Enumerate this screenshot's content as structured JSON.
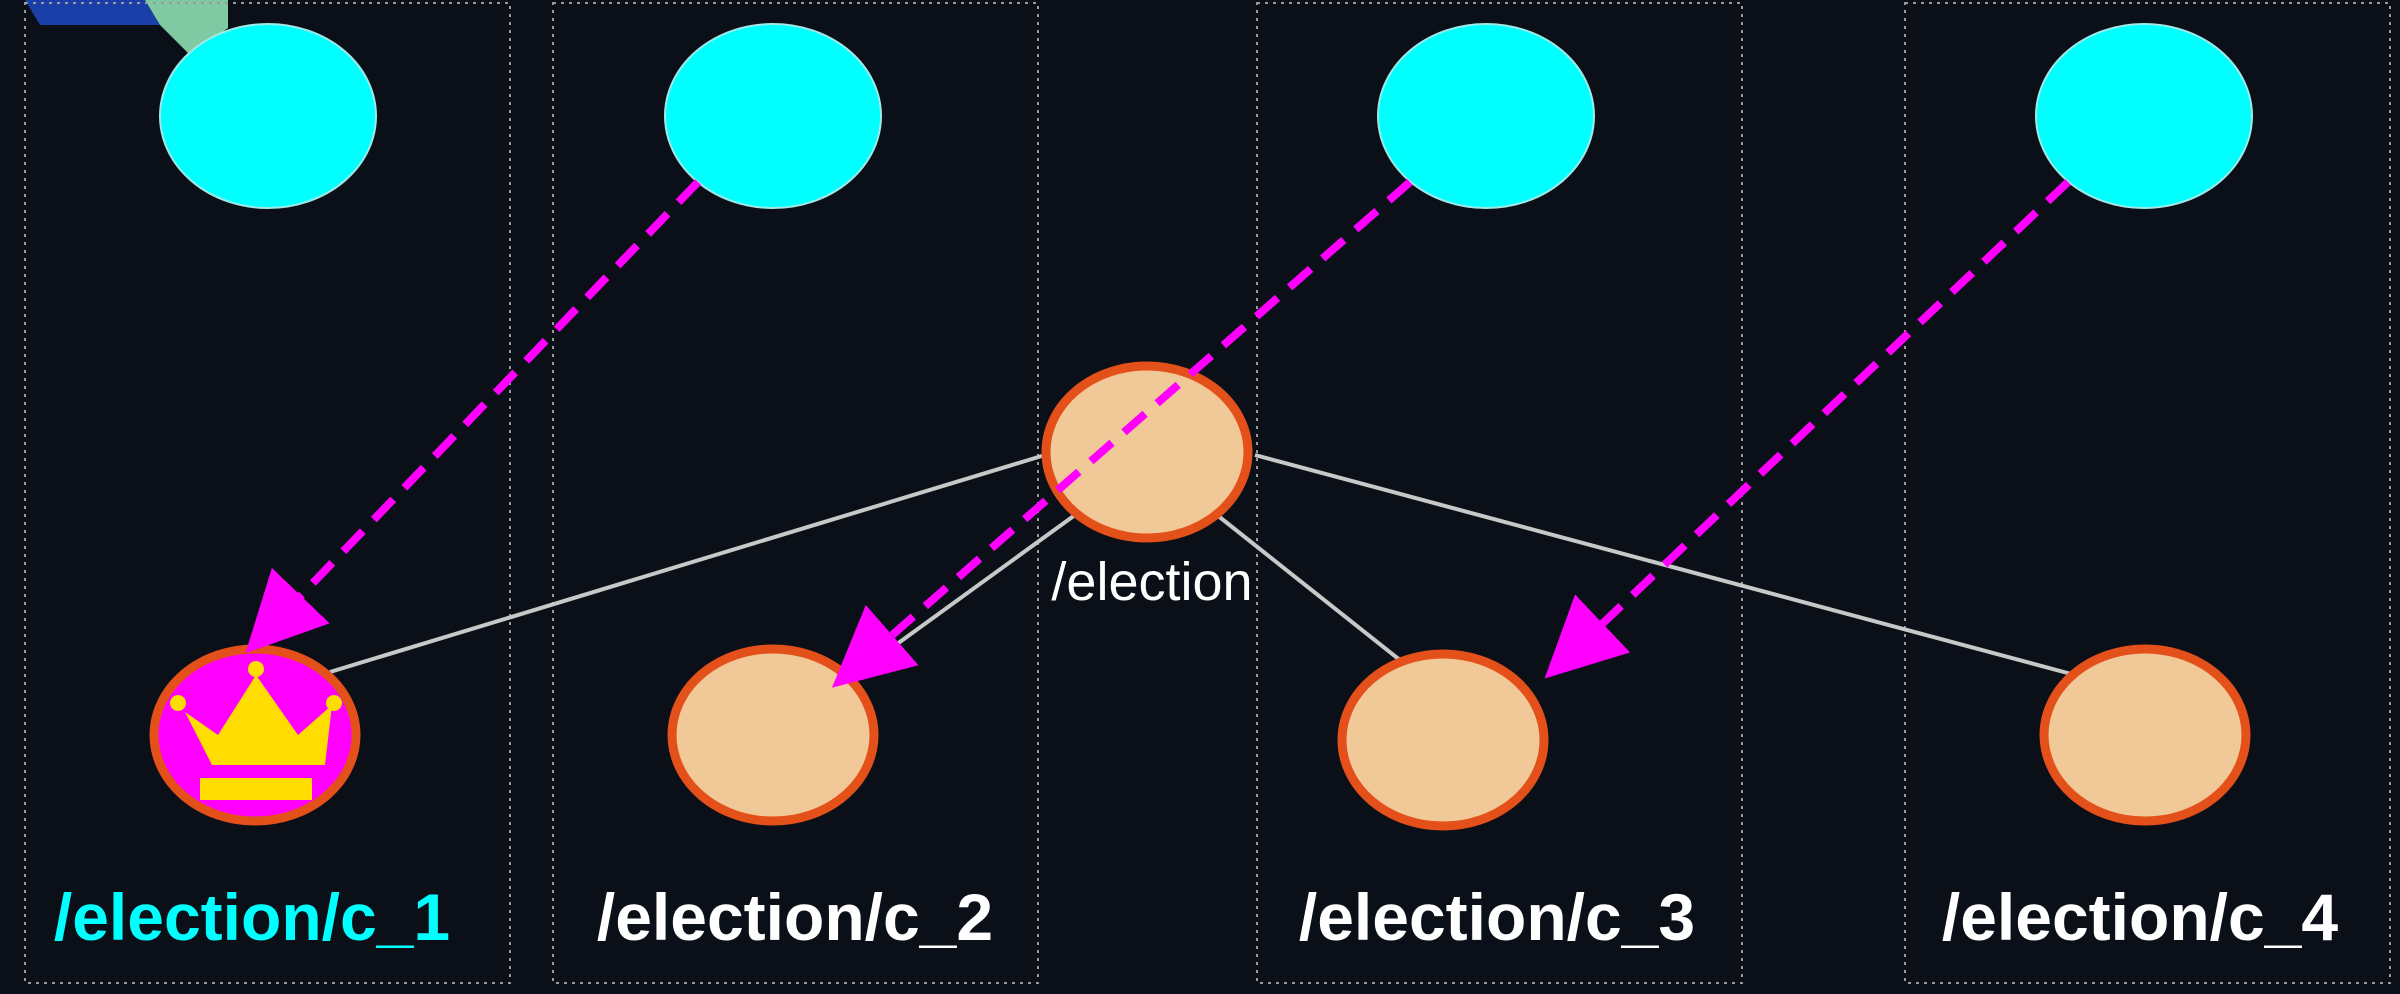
{
  "diagram": {
    "root_label": "/election",
    "children": [
      {
        "id": "c_1",
        "label": "/election/c_1",
        "leader": true
      },
      {
        "id": "c_2",
        "label": "/election/c_2",
        "leader": false
      },
      {
        "id": "c_3",
        "label": "/election/c_3",
        "leader": false
      },
      {
        "id": "c_4",
        "label": "/election/c_4",
        "leader": false
      }
    ],
    "watch_arrows": [
      {
        "from": "client_2",
        "to": "c_1"
      },
      {
        "from": "client_3",
        "to": "c_2"
      },
      {
        "from": "client_4",
        "to": "c_3"
      }
    ]
  },
  "colors": {
    "background": "#0b0f17",
    "client_node": "#00ffff",
    "znode_fill": "#f1c897",
    "znode_stroke": "#e4501a",
    "leader_fill": "#ff00ff",
    "crown": "#ffdd00",
    "arrow": "#ff00ff",
    "edge": "#c8c8c8",
    "leader_label": "#00ffff",
    "label": "#ffffff",
    "column_border": "#9a9a9a"
  },
  "icons": {
    "leader": "crown-icon",
    "corner_shape": "shape-fragment"
  }
}
